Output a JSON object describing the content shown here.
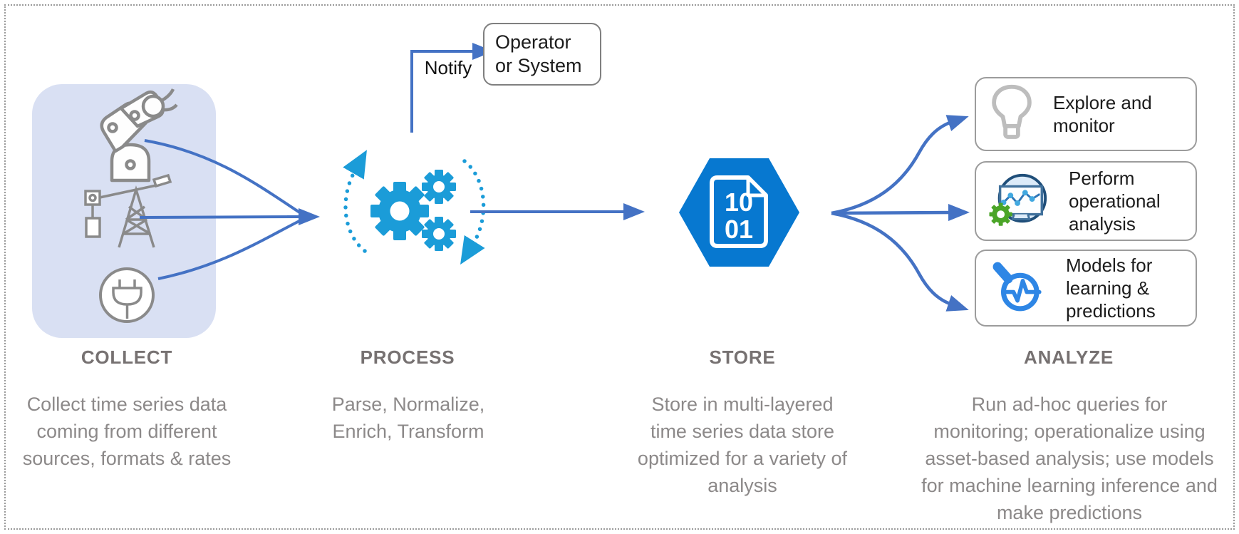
{
  "pipeline": {
    "stages": [
      {
        "title": "COLLECT",
        "description": "Collect time series data\ncoming from different\nsources, formats & rates",
        "source_icons": [
          "robot-arm-icon",
          "oil-derrick-icon",
          "power-plug-icon"
        ]
      },
      {
        "title": "PROCESS",
        "description": "Parse, Normalize,\nEnrich, Transform"
      },
      {
        "title": "STORE",
        "description": "Store in multi-layered\ntime series data store\noptimized for a variety of\nanalysis",
        "icon_lines": [
          "10",
          "01"
        ]
      },
      {
        "title": "ANALYZE",
        "description": "Run ad-hoc queries for\nmonitoring; operationalize using\nasset-based analysis; use models\nfor machine learning inference and\nmake predictions"
      }
    ],
    "notify": {
      "label": "Notify",
      "target": "Operator\nor System"
    },
    "analyze_outputs": [
      {
        "label": "Explore and\nmonitor",
        "icon": "lightbulb-icon"
      },
      {
        "label": "Perform\noperational\nanalysis",
        "icon": "operational-analysis-icon"
      },
      {
        "label": "Models for\nlearning &\npredictions",
        "icon": "model-search-icon"
      }
    ],
    "colors": {
      "arrow_blue": "#4472C4",
      "process_cyan": "#1B9CD8",
      "store_blue": "#0778D0",
      "collect_panel": "#D9E0F3",
      "title_gray": "#767171",
      "description_gray": "#8C8989",
      "icon_outline_gray": "#8A8A8A",
      "gear_green": "#4BA528",
      "magnifier_blue": "#2E86E5"
    }
  }
}
